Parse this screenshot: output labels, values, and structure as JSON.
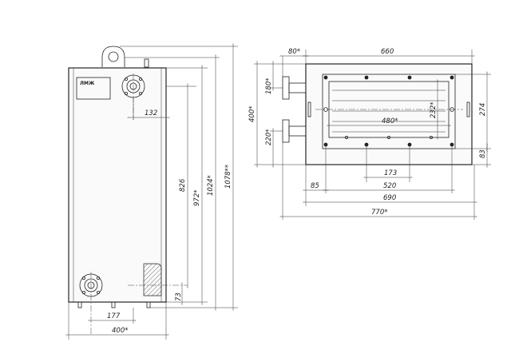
{
  "front_view": {
    "logo": "ЛМЖ",
    "dims": {
      "pipe_offset": "132",
      "height_826": "826",
      "height_972": "972*",
      "height_1024": "1024*",
      "height_1078": "1078**",
      "base_73": "73",
      "bottom_177": "177",
      "width_400": "400*"
    }
  },
  "top_view": {
    "dims": {
      "flange_80": "80*",
      "width_660": "660",
      "height_400": "400*",
      "pipe_180": "180*",
      "pipe_220": "220*",
      "inner_480": "480*",
      "inner_232": "232*",
      "side_274": "274",
      "side_83": "83",
      "inner_173": "173",
      "inner_520": "520",
      "offset_85": "85",
      "width_690": "690",
      "width_770": "770*"
    }
  }
}
